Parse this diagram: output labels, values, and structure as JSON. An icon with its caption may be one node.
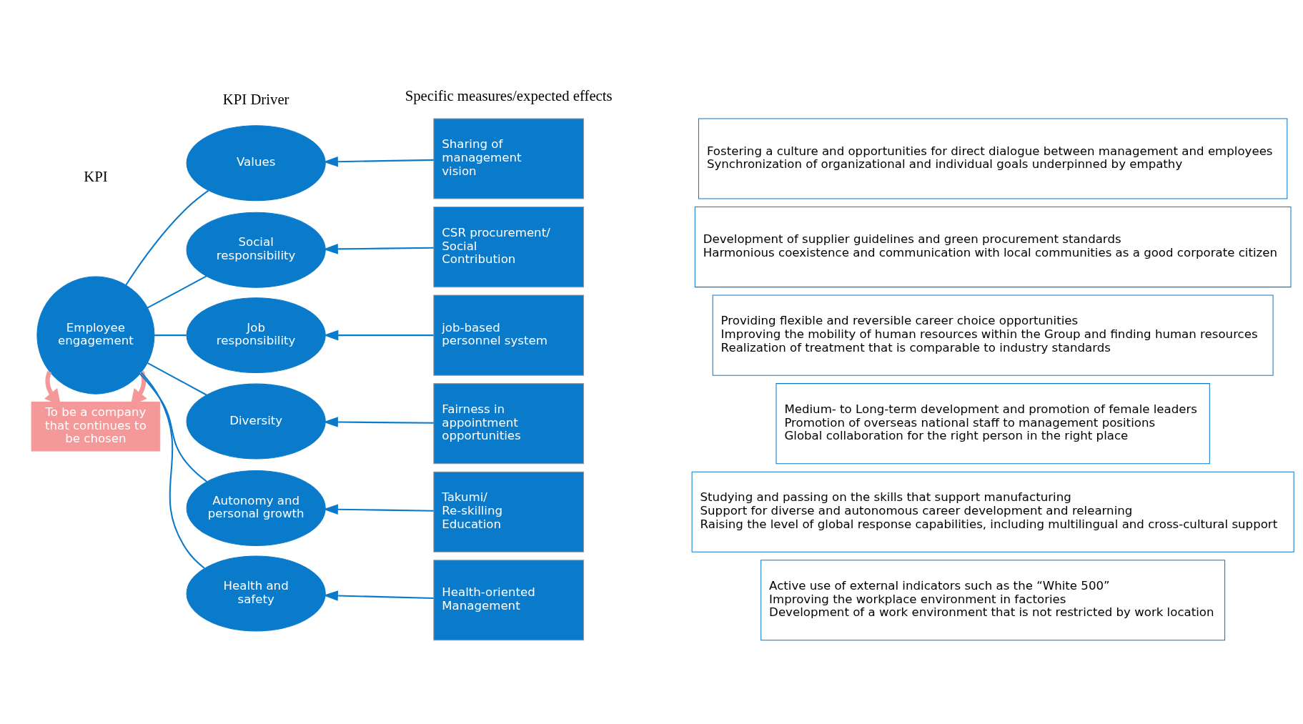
{
  "diagram": {
    "nodes": [
      {
        "text": [
          "To be a company that continues to be chosen"
        ]
      },
      {
        "text": [
          "Employee engagement"
        ]
      },
      {
        "text": [
          "Values"
        ]
      },
      {
        "text": [
          "Job responsibility"
        ]
      },
      {
        "text": [
          "Diversity"
        ]
      },
      {
        "text": [
          "Autonomy and personal growth"
        ]
      },
      {
        "text": [
          "Health and safety"
        ]
      },
      {
        "text": [
          "Social responsibility"
        ]
      },
      {
        "text": [
          "Sharing of management vision"
        ]
      },
      {
        "text": [
          "job-based personnel system"
        ]
      },
      {
        "text": [
          "Fairness in appointment opportunities"
        ]
      },
      {
        "text": [
          "Takumi/ Re-skilling Education"
        ]
      },
      {
        "text": [
          "Health-oriented Management"
        ]
      },
      {
        "text": [
          "CSR procurement/ Social Contribution"
        ]
      },
      {
        "text": [
          "Fostering a culture and opportunities for direct dialogue between management and employees",
          "Synchronization of organizational and individual goals underpinned by empathy"
        ]
      },
      {
        "text": [
          "Providing flexible and reversible career choice opportunities",
          "Improving the mobility of human resources within the Group and finding human resources",
          "Realization of treatment that is comparable to industry standards"
        ]
      },
      {
        "text": [
          "Medium- to Long-term development and promotion of female leaders",
          "Promotion of overseas national staff to management positions",
          "Global collaboration for the right person in the right place"
        ]
      },
      {
        "text": [
          "Studying and passing on the skills that support manufacturing",
          "Support for diverse and autonomous career development and relearning",
          "Raising the level of global response capabilities, including multilingual and cross-cultural support"
        ]
      },
      {
        "text": [
          "Active use of external indicators such as the “White 500”",
          "Improving the workplace environment in factories",
          "Development of a work environment that is not restricted by work location"
        ]
      },
      {
        "text": [
          "Development of supplier guidelines and green procurement standards",
          "Harmonious coexistence and communication with local communities as a good corporate citizen"
        ]
      }
    ],
    "edges": [
      {
        "from": 1,
        "to": 0,
        "arrow": "to",
        "color": "#f4989a",
        "style": "thick"
      },
      {
        "from": 1,
        "to": 0,
        "arrow": "to",
        "color": "#f4989a",
        "style": "thick"
      },
      {
        "from": 1,
        "to": 2,
        "arrow": "none"
      },
      {
        "from": 1,
        "to": 3,
        "arrow": "none"
      },
      {
        "from": 1,
        "to": 4,
        "arrow": "none"
      },
      {
        "from": 1,
        "to": 5,
        "arrow": "none"
      },
      {
        "from": 1,
        "to": 6,
        "arrow": "none"
      },
      {
        "from": 1,
        "to": 7,
        "arrow": "none"
      },
      {
        "from": 8,
        "to": 2,
        "arrow": "to"
      },
      {
        "from": 9,
        "to": 3,
        "arrow": "to"
      },
      {
        "from": 10,
        "to": 4,
        "arrow": "to"
      },
      {
        "from": 11,
        "to": 5,
        "arrow": "to"
      },
      {
        "from": 12,
        "to": 6,
        "arrow": "to"
      },
      {
        "from": 13,
        "to": 7,
        "arrow": "to"
      }
    ],
    "labels": [
      "KPI",
      "KPI Driver",
      "Specific measures/expected effects"
    ]
  }
}
